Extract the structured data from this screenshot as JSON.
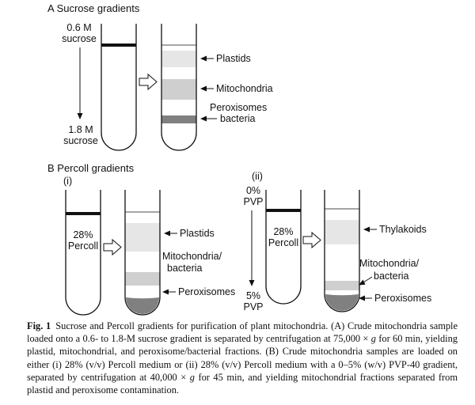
{
  "panelA": {
    "title": "A  Sucrose gradients",
    "top_label": [
      "0.6 M",
      "sucrose"
    ],
    "bottom_label": [
      "1.8 M",
      "sucrose"
    ],
    "bands": [
      "Plastids",
      "Mitochondria",
      "Peroxisomes",
      "bacteria"
    ]
  },
  "panelB": {
    "title": "B  Percoll gradients",
    "sub_i": "(i)",
    "sub_ii": "(ii)",
    "left_tube_label": [
      "28%",
      "Percoll"
    ],
    "bands_i": [
      "Plastids",
      "Mitochondria/",
      "bacteria",
      "Peroxisomes"
    ],
    "top_label_ii": [
      "0%",
      "PVP"
    ],
    "bottom_label_ii": [
      "5%",
      "PVP"
    ],
    "tube_label_ii": [
      "28%",
      "Percoll"
    ],
    "bands_ii": [
      "Thylakoids",
      "Mitochondria/",
      "bacteria",
      "Peroxisomes"
    ]
  },
  "caption": {
    "fig_label": "Fig. 1",
    "text_1": "Sucrose and Percoll gradients for purification of plant mitochondria. (A) Crude mitochondria sample loaded onto a 0.6- to 1.8-M sucrose gradient is separated by centrifugation at 75,000 × ",
    "g": "g",
    "text_2": " for 60 min, yielding plastid, mitochondrial, and peroxisome/bacterial fractions. (B) Crude mitochondria samples are loaded on either (i) 28% (v/v) Percoll medium or (ii) 28% (v/v) Percoll medium with a 0–5% (w/v) PVP-40 gradient, separated by centrifugation at 40,000 × ",
    "g2": "g",
    "text_3": " for 45 min, and yielding mitochondrial fractions separated from plastid and peroxisome contamination."
  }
}
